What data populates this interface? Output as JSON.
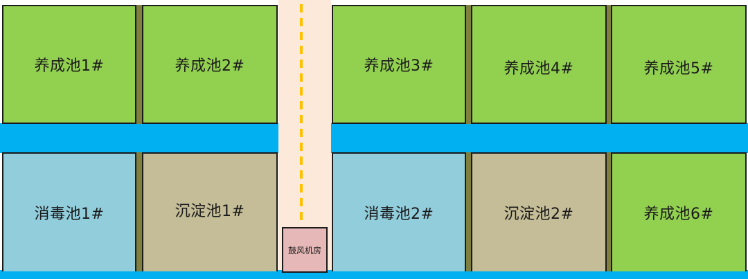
{
  "colors": {
    "rearing_pond": "#92d050",
    "disinfection_pond": "#92cddc",
    "sedimentation_pond": "#c4bd97",
    "water_channel": "#00b0f0",
    "road": "#fde9d9",
    "aeration_line": "#ffc000",
    "blower_room": "#e6b8b7"
  },
  "ponds": {
    "rearing_1": "养成池1#",
    "rearing_2": "养成池2#",
    "rearing_3": "养成池3#",
    "rearing_4": "养成池4#",
    "rearing_5": "养成池5#",
    "rearing_6": "养成池6#",
    "disinfection_1": "消毒池1#",
    "disinfection_2": "消毒池2#",
    "sedimentation_1": "沉淀池1#",
    "sedimentation_2": "沉淀池2#"
  },
  "blower_room": "鼓风机房"
}
